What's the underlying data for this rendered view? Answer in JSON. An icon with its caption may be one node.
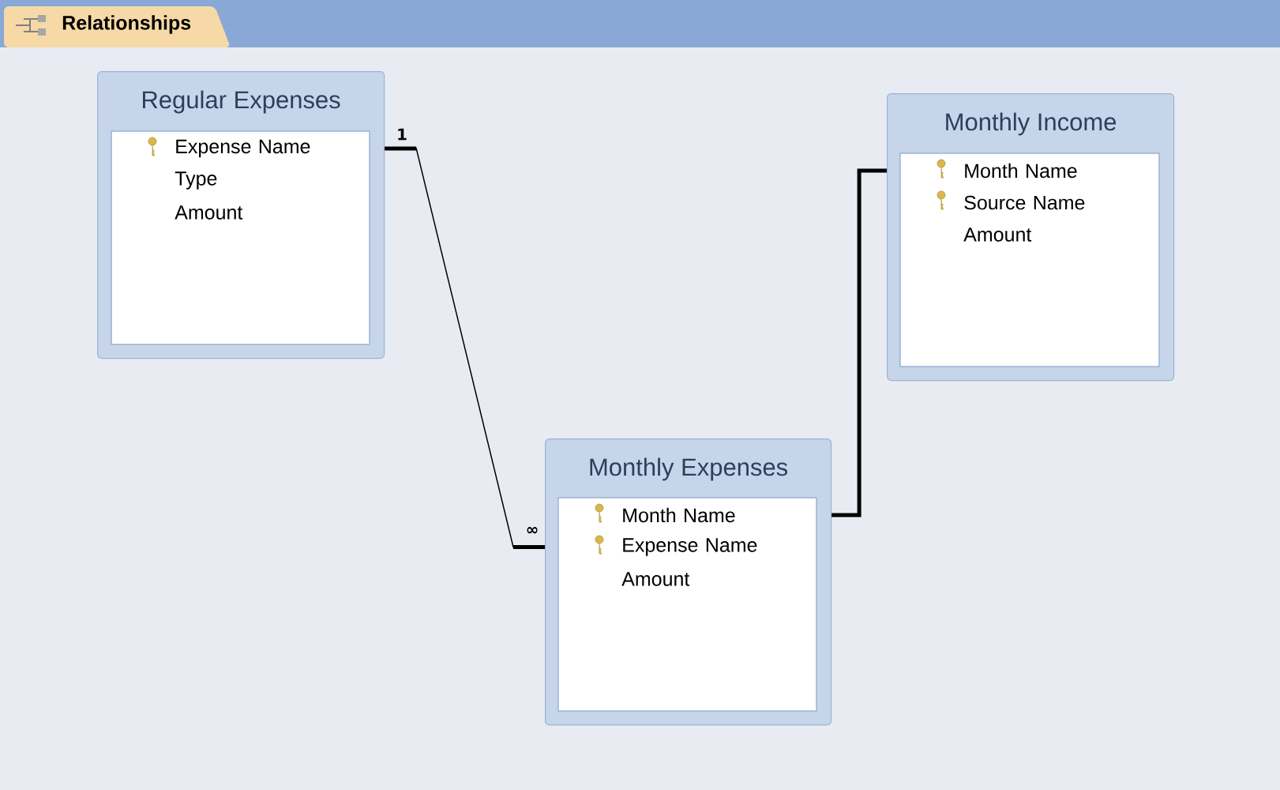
{
  "diagram": {
    "nodes": [
      {
        "text": [
          "Regular Expenses"
        ]
      },
      {
        "text": [
          "Expense Name"
        ],
        "in": 0
      },
      {
        "text": [
          "Type"
        ],
        "in": 0
      },
      {
        "text": [
          "Amount"
        ],
        "in": 0
      },
      {
        "text": [
          "Monthly Income"
        ]
      },
      {
        "text": [
          "Month Name"
        ],
        "in": 4
      },
      {
        "text": [
          "Source Name"
        ],
        "in": 4
      },
      {
        "text": [
          "Amount"
        ],
        "in": 4
      },
      {
        "text": [
          "Monthly Expenses"
        ]
      },
      {
        "text": [
          "Month Name"
        ],
        "in": 8
      },
      {
        "text": [
          "Expense Name"
        ],
        "in": 8
      },
      {
        "text": [
          "Amount"
        ],
        "in": 8
      }
    ],
    "edges": [
      {
        "from": 0,
        "to": 8,
        "arrow": "none"
      },
      {
        "from": 4,
        "to": 8,
        "arrow": "none",
        "style": "thick"
      }
    ],
    "labels": [
      "Relationships",
      "1",
      "∞"
    ]
  }
}
